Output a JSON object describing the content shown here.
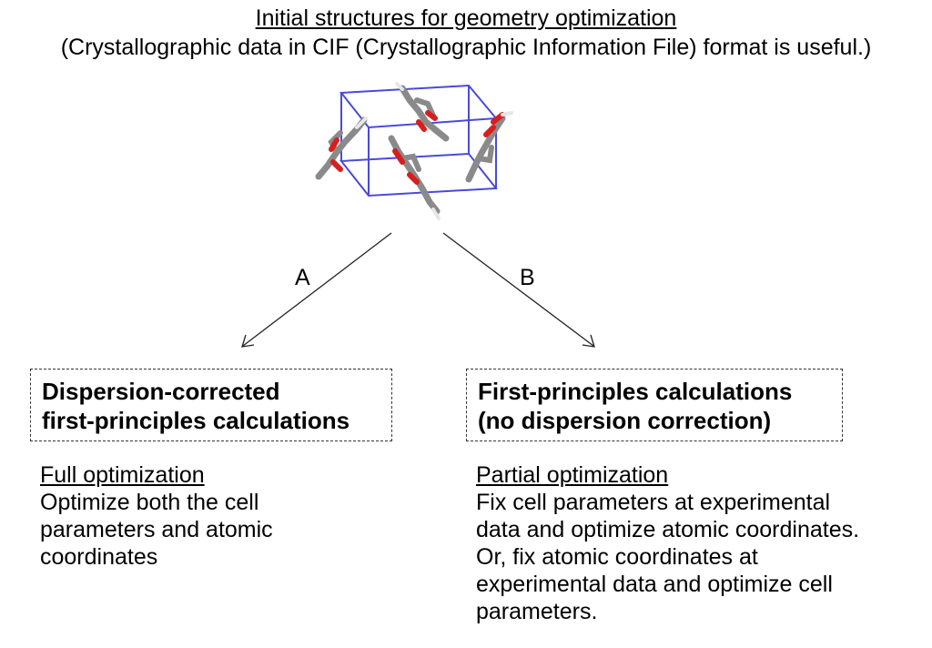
{
  "header": {
    "title": "Initial structures for geometry optimization",
    "subtitle": "(Crystallographic data in CIF (Crystallographic Information File) format is useful.)"
  },
  "crystal_image": {
    "icon": "crystal-structure-icon"
  },
  "branches": [
    {
      "arrow_label": "A",
      "box_line1": "Dispersion-corrected",
      "box_line2": "first-principles calculations",
      "heading": "Full optimization",
      "lines": [
        "Optimize both the cell",
        "parameters and atomic",
        "coordinates"
      ]
    },
    {
      "arrow_label": "B",
      "box_line1": "First-principles calculations",
      "box_line2": "(no dispersion correction)",
      "heading": "Partial optimization",
      "lines": [
        "Fix cell parameters at experimental",
        "data and optimize atomic coordinates.",
        "Or, fix atomic coordinates at",
        "experimental data and optimize cell",
        "parameters."
      ]
    }
  ],
  "colors": {
    "cell_edge": "#4a4ad8",
    "carbon": "#8a8a8a",
    "oxygen": "#d81e1e",
    "hydrogen": "#e6e6e6"
  }
}
